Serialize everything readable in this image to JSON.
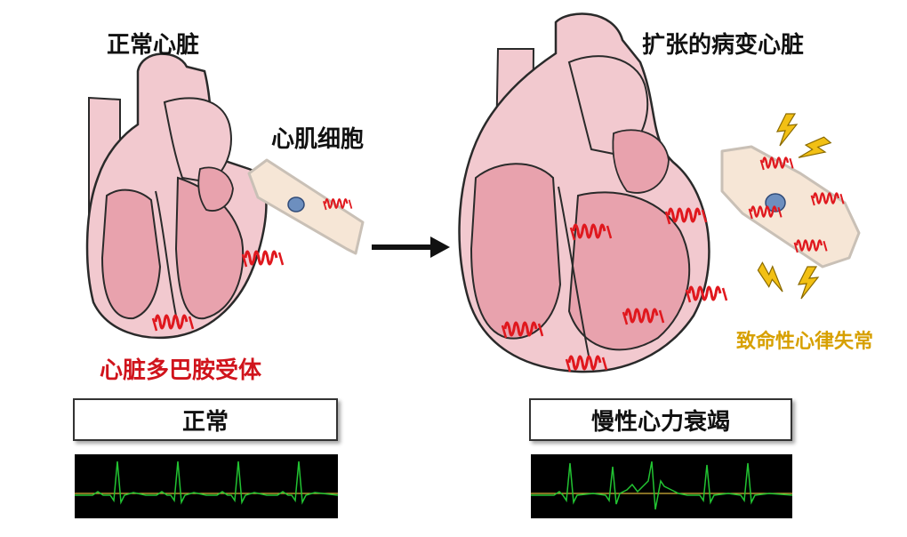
{
  "labels": {
    "normal_heart": "正常心脏",
    "cardiomyocyte": "心肌细胞",
    "dilated_heart": "扩张的病变心脏",
    "receptor": "心脏多巴胺受体",
    "arrhythmia": "致命性心律失常"
  },
  "status": {
    "normal": "正常",
    "failure": "慢性心力衰竭"
  },
  "colors": {
    "heart_outer": "#f2c9cf",
    "heart_inner": "#e8a2ad",
    "outline": "#2a2a2a",
    "receptor": "#e0181e",
    "cell_body": "#f6e6d6",
    "nucleus": "#6d8fbf",
    "lightning": "#f2c014",
    "ecg_trace": "#22c332",
    "ecg_baseline": "#d6b43a",
    "receptor_label": "#d0141c",
    "arrhythmia_label": "#d7a000"
  },
  "icons": {
    "arrow": "right-arrow-icon",
    "lightning": "lightning-bolt-icon",
    "receptor": "receptor-coil-icon"
  }
}
